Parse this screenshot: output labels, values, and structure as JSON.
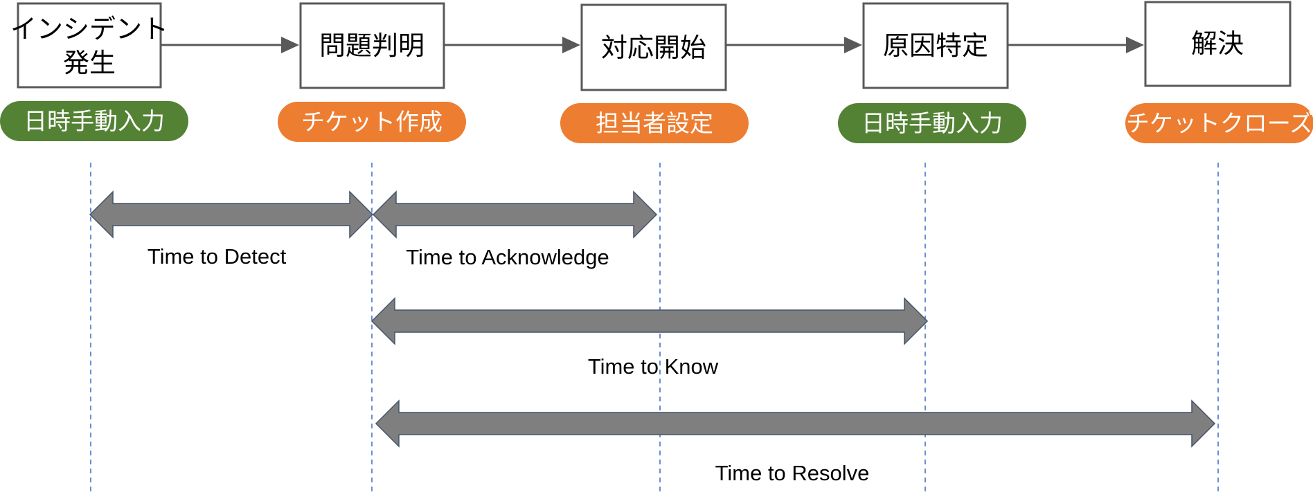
{
  "stages": [
    {
      "label": "インシデント発生",
      "lines": [
        "インシデント",
        "発生"
      ],
      "tag": "日時手動入力",
      "tag_color": "#548235"
    },
    {
      "label": "問題判明",
      "lines": [
        "問題判明"
      ],
      "tag": "チケット作成",
      "tag_color": "#ED7D31"
    },
    {
      "label": "対応開始",
      "lines": [
        "対応開始"
      ],
      "tag": "担当者設定",
      "tag_color": "#ED7D31"
    },
    {
      "label": "原因特定",
      "lines": [
        "原因特定"
      ],
      "tag": "日時手動入力",
      "tag_color": "#548235"
    },
    {
      "label": "解決",
      "lines": [
        "解決"
      ],
      "tag": "チケットクローズ",
      "tag_color": "#ED7D31"
    }
  ],
  "metrics": [
    {
      "label": "Time to Detect",
      "from_stage": 0,
      "to_stage": 1
    },
    {
      "label": "Time to Acknowledge",
      "from_stage": 1,
      "to_stage": 2
    },
    {
      "label": "Time to Know",
      "from_stage": 1,
      "to_stage": 3
    },
    {
      "label": "Time to Resolve",
      "from_stage": 1,
      "to_stage": 4
    }
  ],
  "colors": {
    "green_tag": "#548235",
    "orange_tag": "#ED7D31",
    "arrow_fill": "#7f7f7f",
    "guide_line": "#4472C4",
    "box_border": "#595959"
  }
}
